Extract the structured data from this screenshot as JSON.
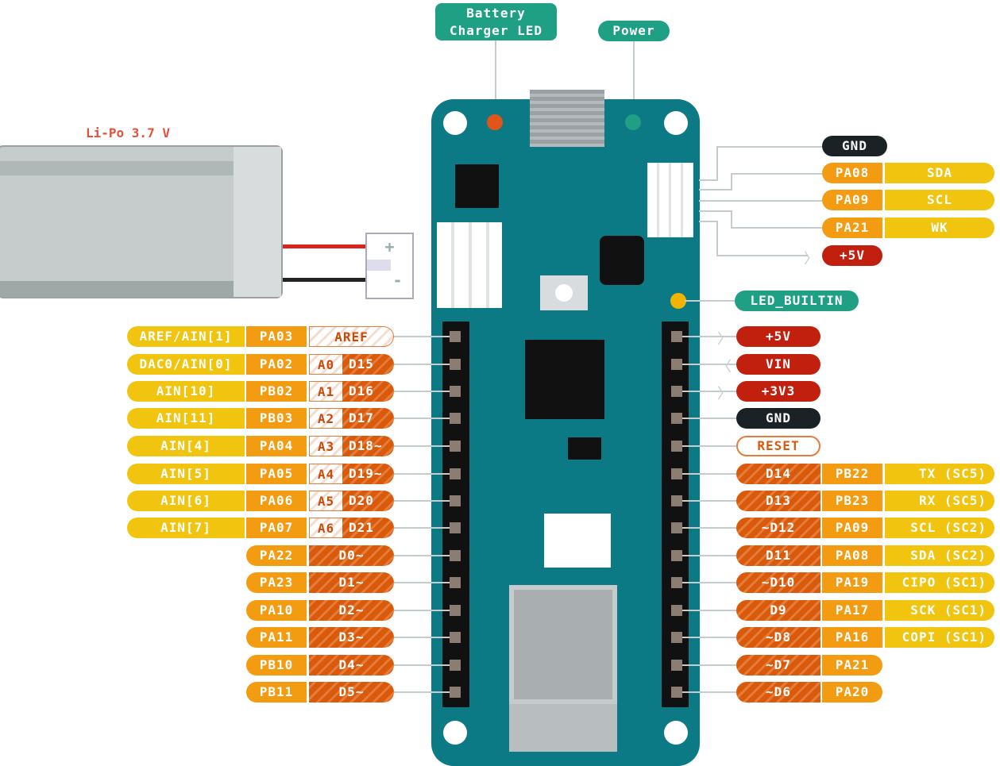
{
  "top_labels": {
    "battery_charger_led": "Battery\nCharger LED",
    "power": "Power",
    "led_builtin": "LED_BUILTIN"
  },
  "battery": {
    "label": "Li-Po 3.7 V",
    "plus": "+",
    "minus": "-"
  },
  "colors": {
    "board": "#0b7a84",
    "function": "#f1c40f",
    "port": "#f39c12",
    "digital": "#d95a0b",
    "power": "#c2200e",
    "gnd": "#1b2226",
    "led": "#1fa085",
    "battery_label": "#e0523a"
  },
  "i2c_header": [
    {
      "type": "gnd",
      "label": "GND"
    },
    {
      "port": "PA08",
      "func": "SDA"
    },
    {
      "port": "PA09",
      "func": "SCL"
    },
    {
      "port": "PA21",
      "func": "WK"
    },
    {
      "type": "power",
      "label": "+5V"
    }
  ],
  "left_pins": [
    {
      "func": "AREF/AIN[1]",
      "port": "PA03",
      "analog": "",
      "digital": "AREF"
    },
    {
      "func": "DAC0/AIN[0]",
      "port": "PA02",
      "analog": "A0",
      "digital": "D15"
    },
    {
      "func": "AIN[10]",
      "port": "PB02",
      "analog": "A1",
      "digital": "D16"
    },
    {
      "func": "AIN[11]",
      "port": "PB03",
      "analog": "A2",
      "digital": "D17"
    },
    {
      "func": "AIN[4]",
      "port": "PA04",
      "analog": "A3",
      "digital": "D18~"
    },
    {
      "func": "AIN[5]",
      "port": "PA05",
      "analog": "A4",
      "digital": "D19~"
    },
    {
      "func": "AIN[6]",
      "port": "PA06",
      "analog": "A5",
      "digital": "D20"
    },
    {
      "func": "AIN[7]",
      "port": "PA07",
      "analog": "A6",
      "digital": "D21"
    },
    {
      "func": "",
      "port": "PA22",
      "analog": "",
      "digital": "D0~"
    },
    {
      "func": "",
      "port": "PA23",
      "analog": "",
      "digital": "D1~"
    },
    {
      "func": "",
      "port": "PA10",
      "analog": "",
      "digital": "D2~"
    },
    {
      "func": "",
      "port": "PA11",
      "analog": "",
      "digital": "D3~"
    },
    {
      "func": "",
      "port": "PB10",
      "analog": "",
      "digital": "D4~"
    },
    {
      "func": "",
      "port": "PB11",
      "analog": "",
      "digital": "D5~"
    }
  ],
  "right_pins": [
    {
      "type": "power",
      "label": "+5V",
      "arrow": "out"
    },
    {
      "type": "power",
      "label": "VIN",
      "arrow": "in"
    },
    {
      "type": "power",
      "label": "+3V3",
      "arrow": "out"
    },
    {
      "type": "gnd",
      "label": "GND"
    },
    {
      "type": "reset",
      "label": "RESET"
    },
    {
      "digital": "D14",
      "port": "PB22",
      "func": "TX (SC5)"
    },
    {
      "digital": "D13",
      "port": "PB23",
      "func": "RX (SC5)"
    },
    {
      "digital": "~D12",
      "port": "PA09",
      "func": "SCL (SC2)"
    },
    {
      "digital": "D11",
      "port": "PA08",
      "func": "SDA (SC2)"
    },
    {
      "digital": "~D10",
      "port": "PA19",
      "func": "CIPO (SC1)"
    },
    {
      "digital": "D9",
      "port": "PA17",
      "func": "SCK (SC1)"
    },
    {
      "digital": "~D8",
      "port": "PA16",
      "func": "COPI (SC1)"
    },
    {
      "digital": "~D7",
      "port": "PA21",
      "func": ""
    },
    {
      "digital": "~D6",
      "port": "PA20",
      "func": ""
    }
  ]
}
